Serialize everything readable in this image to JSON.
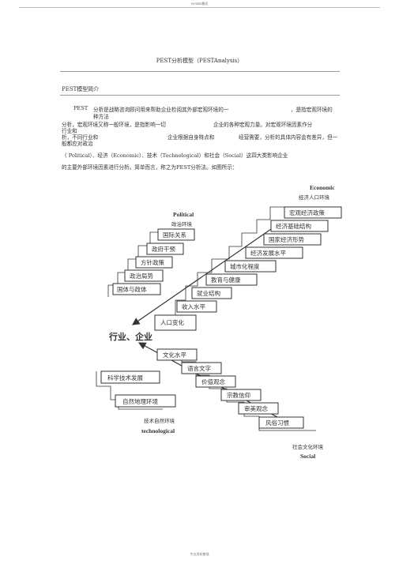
{
  "header": {
    "text": "WORD格式"
  },
  "title": "PEST分析模型（PESTAnalysis）",
  "section_heading": "PEST模型简介",
  "paragraph": {
    "l1a": "PEST",
    "l1b": "分析是战略咨询顾问用来帮助企业检阅其外部宏观环境的一",
    "l1c": "，是指宏观环境的",
    "l1d": "种方法",
    "l2a": "分析，宏观环境又称一般环境，是指影响一切",
    "l2b": "企业的各种宏观力量。对宏观环境因素作分",
    "l3": "行业和",
    "l4a": "析，不同行业和",
    "l4b": "企业根据自身特点和",
    "l4c": "经营需要，分析的具体内容会有差异，但一",
    "l5": "般都应对政治",
    "l6": "（    Political）、经济（Economic）、技术（Technological）和社会（Social）这四大类影响企业",
    "l7": "的主要外部环境因素进行分析。简单而言，称之为PEST分析法。如图所示："
  },
  "diagram": {
    "center_label": "行业、企业",
    "political": {
      "en": "Political",
      "zh": "政治环境",
      "items": [
        "国际关系",
        "政府干预",
        "方针政策",
        "政治局势",
        "国体与政体"
      ]
    },
    "economic": {
      "en": "Economic",
      "zh": "经济人口环境",
      "items": [
        "宏观经济政策",
        "经济基础结构",
        "国家经济形势",
        "经济发展水平",
        "城市化程度",
        "教育与健康",
        "就业结构",
        "收入水平",
        "人口变化"
      ]
    },
    "technological": {
      "en": "technological",
      "zh": "技术自然环境",
      "items": [
        "科学技术发展",
        "自然地理环境"
      ]
    },
    "social": {
      "en": "Social",
      "zh": "社会文化环境",
      "items": [
        "文化水平",
        "语言文字",
        "价值观念",
        "宗教信仰",
        "审美观念",
        "风俗习惯"
      ]
    }
  },
  "footer": {
    "text": "专业资料整理"
  }
}
